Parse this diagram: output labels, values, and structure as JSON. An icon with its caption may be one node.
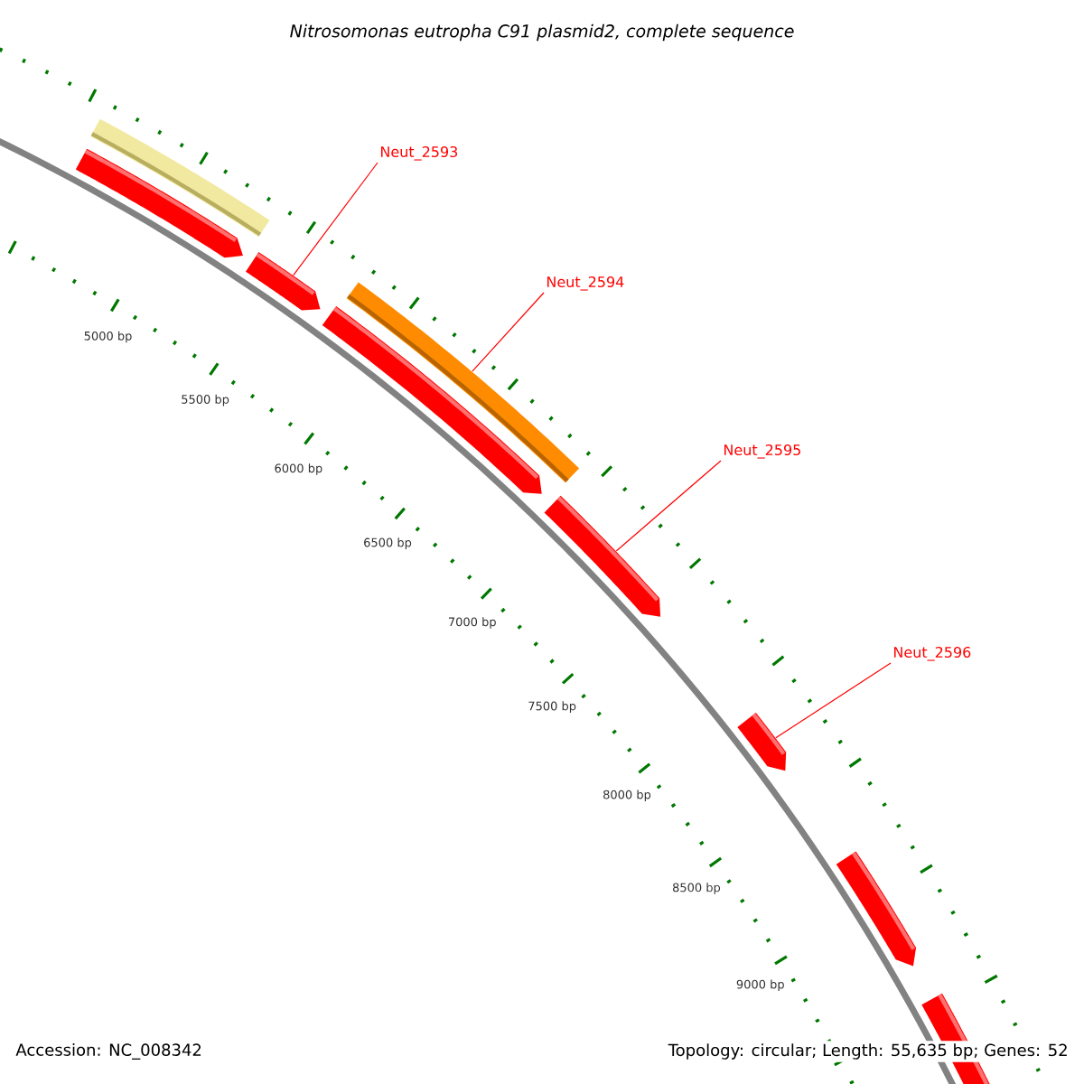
{
  "diagram": {
    "title": "Nitrosomonas eutropha C91 plasmid2, complete sequence",
    "nodes": [
      {
        "text": [
          "Neut_2593"
        ]
      },
      {
        "text": [
          "Neut_2594"
        ]
      },
      {
        "text": [
          "Neut_2595"
        ]
      },
      {
        "text": [
          "Neut_2596"
        ]
      },
      {
        "text": [],
        "shape": "bar"
      },
      {
        "text": [],
        "shape": "arrow"
      },
      {
        "text": [],
        "shape": "arrow"
      },
      {
        "text": [],
        "shape": "bar"
      },
      {
        "text": [],
        "shape": "arrow"
      },
      {
        "text": [],
        "shape": "arrow"
      },
      {
        "text": [],
        "shape": "arrow"
      },
      {
        "text": [],
        "shape": "arrow"
      },
      {
        "text": [],
        "shape": "arrow"
      }
    ],
    "edges": [
      {
        "from": 0,
        "to": 6,
        "arrow": "none"
      },
      {
        "from": 1,
        "to": 7,
        "arrow": "none"
      },
      {
        "from": 2,
        "to": 9,
        "arrow": "none"
      },
      {
        "from": 3,
        "to": 10,
        "arrow": "none"
      }
    ],
    "labels": [
      "5000 bp",
      "5500 bp",
      "6000 bp",
      "6500 bp",
      "7000 bp",
      "7500 bp",
      "8000 bp",
      "8500 bp",
      "9000 bp",
      "Accession: NC_008342",
      "Topology: circular; Length: 55,635 bp; Genes: 52"
    ]
  }
}
